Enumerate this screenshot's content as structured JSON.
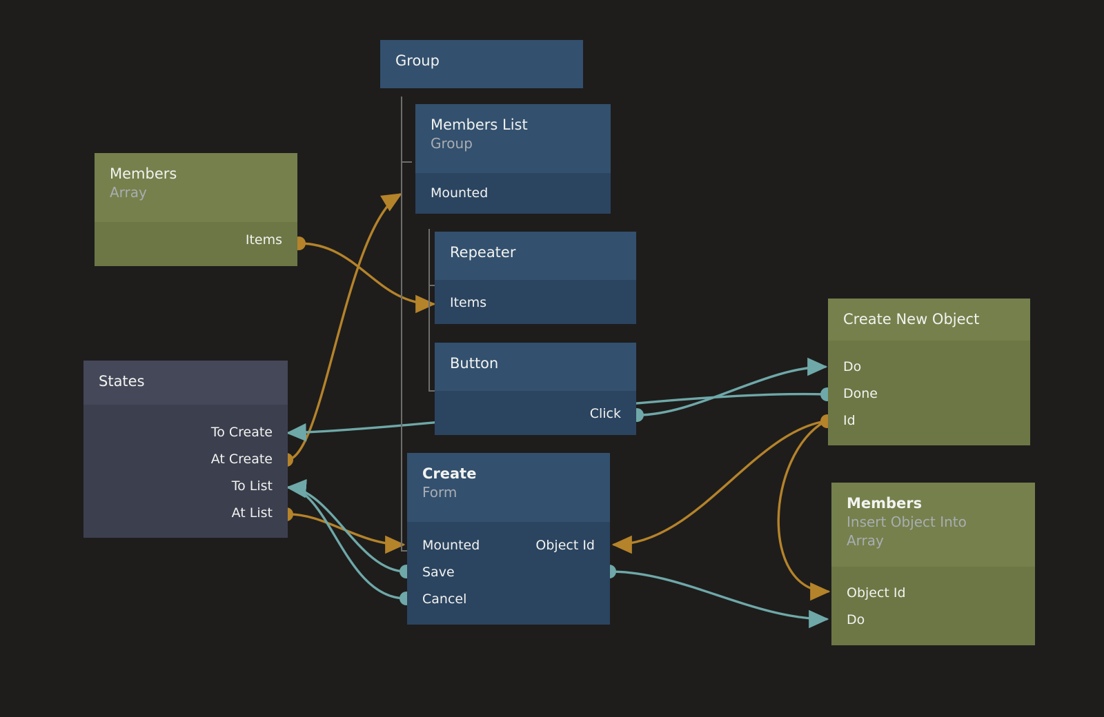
{
  "diagram": {
    "title": "Node Graph",
    "background": "#1e1d1c",
    "colors": {
      "blue_header": "#33506e",
      "blue_body": "#2b4460",
      "green_header": "#75804c",
      "green_body": "#6c7745",
      "grey_header": "#444859",
      "grey_body": "#3c3f4e",
      "signal_edge": "#6fa8a8",
      "data_edge": "#b5832a",
      "tree_line": "#6e6e6e",
      "text_primary": "#f2f3f0",
      "text_secondary": "#a9adb2"
    }
  },
  "nodes": [
    {
      "id": "group",
      "title": "Group",
      "subtitle": "",
      "color": "blue",
      "ports": []
    },
    {
      "id": "members_array",
      "title": "Members",
      "subtitle": "Array",
      "color": "green",
      "ports": [
        {
          "label": "Items",
          "side": "right",
          "kind": "data",
          "marker": "dot"
        }
      ]
    },
    {
      "id": "members_list",
      "title": "Members List",
      "subtitle": "Group",
      "color": "blue",
      "ports": [
        {
          "label": "Mounted",
          "side": "left",
          "kind": "data",
          "marker": "arrow"
        }
      ]
    },
    {
      "id": "repeater",
      "title": "Repeater",
      "subtitle": "",
      "color": "blue",
      "ports": [
        {
          "label": "Items",
          "side": "left",
          "kind": "data",
          "marker": "arrow"
        }
      ]
    },
    {
      "id": "button",
      "title": "Button",
      "subtitle": "",
      "color": "blue",
      "ports": [
        {
          "label": "Click",
          "side": "right",
          "kind": "signal",
          "marker": "dot"
        }
      ]
    },
    {
      "id": "states",
      "title": "States",
      "subtitle": "",
      "color": "grey",
      "ports": [
        {
          "label": "To Create",
          "side": "right",
          "kind": "signal",
          "marker": "arrow"
        },
        {
          "label": "At Create",
          "side": "right",
          "kind": "data",
          "marker": "dot"
        },
        {
          "label": "To List",
          "side": "right",
          "kind": "signal",
          "marker": "arrow"
        },
        {
          "label": "At List",
          "side": "right",
          "kind": "data",
          "marker": "dot"
        }
      ]
    },
    {
      "id": "create_form",
      "title": "Create",
      "subtitle": "Form",
      "color": "blue",
      "ports": [
        {
          "label": "Mounted",
          "side": "left",
          "kind": "data",
          "marker": "arrow"
        },
        {
          "label": "Object Id",
          "side": "right",
          "kind": "data",
          "marker": "arrow"
        },
        {
          "label": "Save",
          "side": "left",
          "kind": "signal",
          "marker": "dot"
        },
        {
          "label": "Cancel",
          "side": "left",
          "kind": "signal",
          "marker": "dot"
        },
        {
          "label": "",
          "side": "right",
          "kind": "signal",
          "marker": "dot"
        }
      ]
    },
    {
      "id": "create_new_object",
      "title": "Create New Object",
      "subtitle": "",
      "color": "green",
      "ports": [
        {
          "label": "Do",
          "side": "left",
          "kind": "signal",
          "marker": "arrow"
        },
        {
          "label": "Done",
          "side": "left",
          "kind": "signal",
          "marker": "dot"
        },
        {
          "label": "Id",
          "side": "left",
          "kind": "data",
          "marker": "dot"
        }
      ]
    },
    {
      "id": "members_insert",
      "title": "Members",
      "subtitle": "Insert Object Into Array",
      "color": "green",
      "ports": [
        {
          "label": "Object Id",
          "side": "left",
          "kind": "data",
          "marker": "arrow"
        },
        {
          "label": "Do",
          "side": "left",
          "kind": "signal",
          "marker": "arrow"
        }
      ]
    }
  ],
  "labels": {
    "group": "Group",
    "members_array_title": "Members",
    "members_array_subtitle": "Array",
    "members_array_items": "Items",
    "members_list_title": "Members List",
    "members_list_subtitle": "Group",
    "members_list_mounted": "Mounted",
    "repeater_title": "Repeater",
    "repeater_items": "Items",
    "button_title": "Button",
    "button_click": "Click",
    "states_title": "States",
    "states_to_create": "To Create",
    "states_at_create": "At Create",
    "states_to_list": "To List",
    "states_at_list": "At List",
    "create_title": "Create",
    "create_subtitle": "Form",
    "create_mounted": "Mounted",
    "create_object_id": "Object Id",
    "create_save": "Save",
    "create_cancel": "Cancel",
    "cno_title": "Create New Object",
    "cno_do": "Do",
    "cno_done": "Done",
    "cno_id": "Id",
    "insert_title": "Members",
    "insert_subtitle": "Insert Object Into Array",
    "insert_object_id": "Object Id",
    "insert_do": "Do"
  },
  "edges": [
    {
      "from": "members_array.Items",
      "to": "repeater.Items",
      "kind": "data"
    },
    {
      "from": "states.At Create",
      "to": "members_list.Mounted",
      "kind": "data"
    },
    {
      "from": "states.At List",
      "to": "create_form.Mounted",
      "kind": "data"
    },
    {
      "from": "button.Click",
      "to": "create_new_object.Do",
      "kind": "signal"
    },
    {
      "from": "create_new_object.Done",
      "to": "states.To Create",
      "kind": "signal"
    },
    {
      "from": "create_new_object.Id",
      "to": "create_form.Object Id",
      "kind": "data"
    },
    {
      "from": "create_new_object.Id",
      "to": "members_insert.Object Id",
      "kind": "data"
    },
    {
      "from": "create_form.Save",
      "to": "states.To List",
      "kind": "signal"
    },
    {
      "from": "create_form.Cancel",
      "to": "states.To List",
      "kind": "signal"
    },
    {
      "from": "create_form.out",
      "to": "members_insert.Do",
      "kind": "signal"
    }
  ],
  "tree": {
    "parent": "group",
    "children": [
      "members_list",
      "create_form"
    ],
    "grandparent": "members_list",
    "grandchildren": [
      "repeater",
      "button"
    ]
  }
}
